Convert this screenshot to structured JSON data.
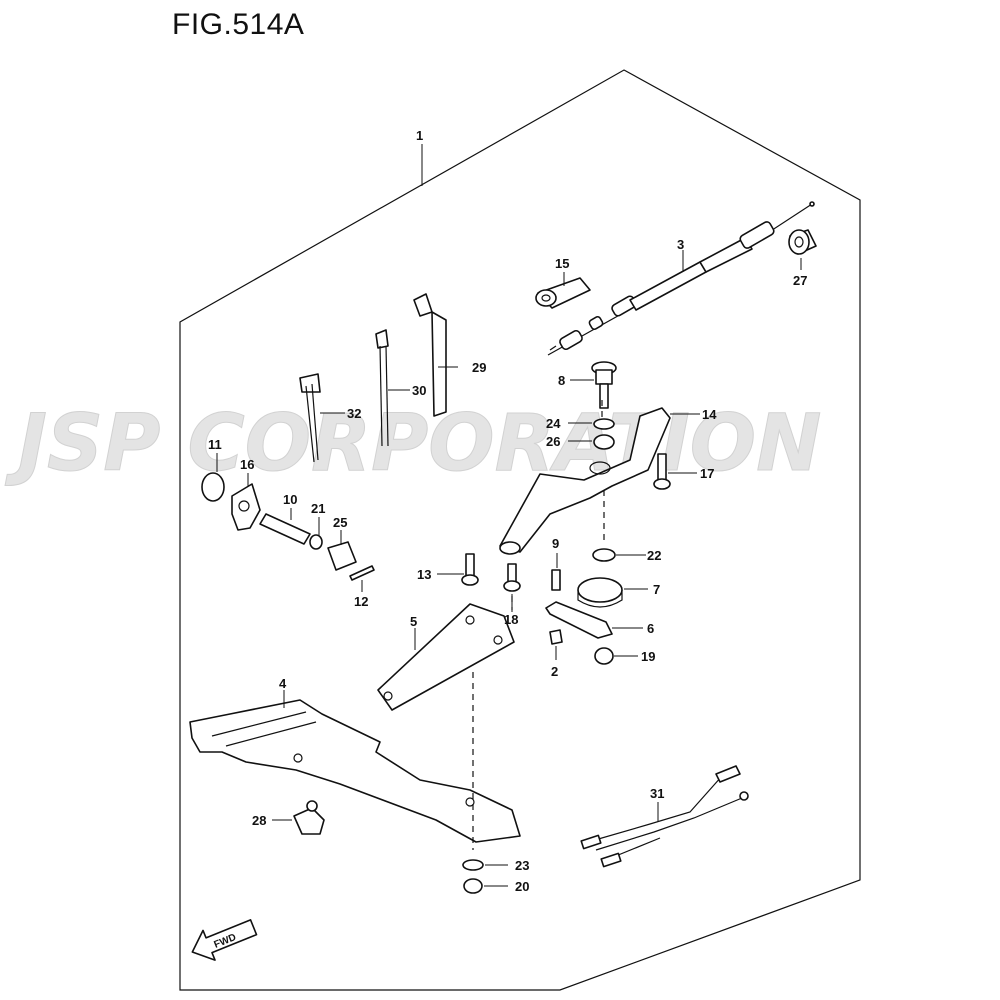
{
  "figure": {
    "title": "FIG.514A"
  },
  "watermark": {
    "text": "JSP CORPORATION"
  },
  "fwd_arrow": {
    "label": "FWD"
  },
  "callouts": [
    {
      "id": "c1",
      "label": "1"
    },
    {
      "id": "c2",
      "label": "2"
    },
    {
      "id": "c3",
      "label": "3"
    },
    {
      "id": "c4",
      "label": "4"
    },
    {
      "id": "c5",
      "label": "5"
    },
    {
      "id": "c6",
      "label": "6"
    },
    {
      "id": "c7",
      "label": "7"
    },
    {
      "id": "c8",
      "label": "8"
    },
    {
      "id": "c9",
      "label": "9"
    },
    {
      "id": "c10",
      "label": "10"
    },
    {
      "id": "c11",
      "label": "11"
    },
    {
      "id": "c12",
      "label": "12"
    },
    {
      "id": "c13",
      "label": "13"
    },
    {
      "id": "c14",
      "label": "14"
    },
    {
      "id": "c15",
      "label": "15"
    },
    {
      "id": "c16",
      "label": "16"
    },
    {
      "id": "c17",
      "label": "17"
    },
    {
      "id": "c18",
      "label": "18"
    },
    {
      "id": "c19",
      "label": "19"
    },
    {
      "id": "c20",
      "label": "20"
    },
    {
      "id": "c21",
      "label": "21"
    },
    {
      "id": "c22",
      "label": "22"
    },
    {
      "id": "c23",
      "label": "23"
    },
    {
      "id": "c24",
      "label": "24"
    },
    {
      "id": "c25",
      "label": "25"
    },
    {
      "id": "c26",
      "label": "26"
    },
    {
      "id": "c27",
      "label": "27"
    },
    {
      "id": "c28",
      "label": "28"
    },
    {
      "id": "c29",
      "label": "29"
    },
    {
      "id": "c30",
      "label": "30"
    },
    {
      "id": "c31",
      "label": "31"
    },
    {
      "id": "c32",
      "label": "32"
    }
  ]
}
